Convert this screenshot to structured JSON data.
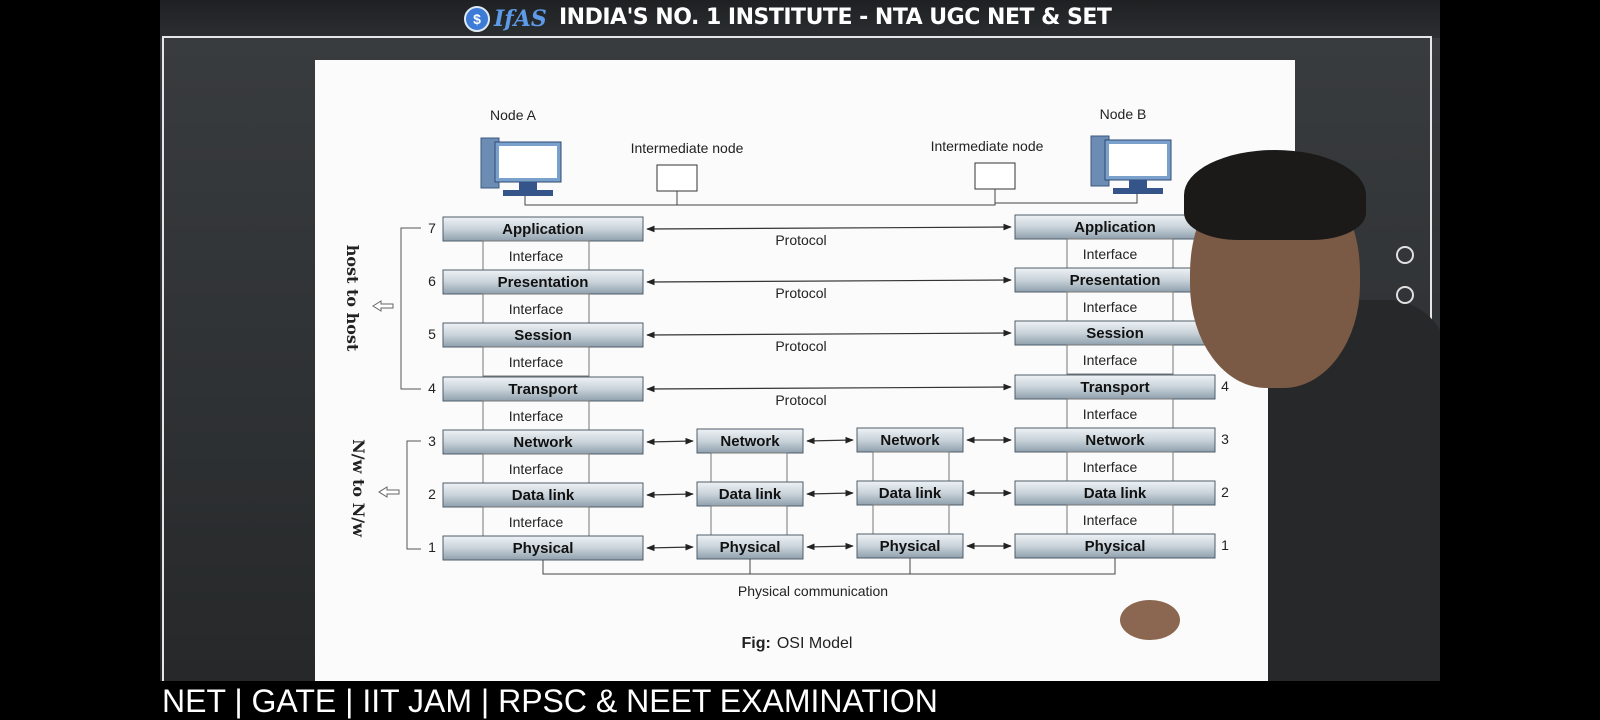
{
  "header": {
    "logo_text": "IfAS",
    "banner_text": "INDIA'S NO. 1 INSTITUTE - NTA UGC NET & SET"
  },
  "diagram": {
    "node_a": "Node A",
    "node_b": "Node B",
    "intermediate_node_left": "Intermediate node",
    "intermediate_node_right": "Intermediate node",
    "host_to_host": "host to host",
    "nw_to_nw": "N/w to N/w",
    "layers": [
      {
        "number": "7",
        "name": "Application"
      },
      {
        "number": "6",
        "name": "Presentation"
      },
      {
        "number": "5",
        "name": "Session"
      },
      {
        "number": "4",
        "name": "Transport"
      },
      {
        "number": "3",
        "name": "Network"
      },
      {
        "number": "2",
        "name": "Data link"
      },
      {
        "number": "1",
        "name": "Physical"
      }
    ],
    "right_numbers": [
      "4",
      "3",
      "2",
      "1"
    ],
    "interface_label": "Interface",
    "protocol_label": "Protocol",
    "intermediate_layers": [
      "Network",
      "Data link",
      "Physical"
    ],
    "physical_communication": "Physical communication",
    "caption_bold": "Fig:",
    "caption_text": "OSI Model"
  },
  "footer": {
    "text": "NET | GATE | IIT JAM | RPSC & NEET EXAMINATION"
  }
}
